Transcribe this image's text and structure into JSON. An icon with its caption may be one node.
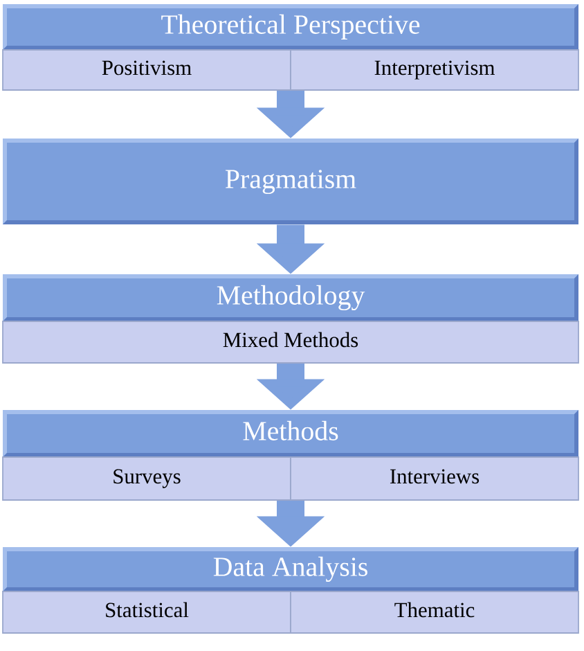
{
  "diagram": {
    "nodes": [
      {
        "text": [
          "Theoretical Perspective"
        ]
      },
      {
        "text": [
          "Positivism"
        ]
      },
      {
        "text": [
          "Interpretivism"
        ]
      },
      {
        "text": [
          "Pragmatism"
        ]
      },
      {
        "text": [
          "Methodology"
        ]
      },
      {
        "text": [
          "Mixed Methods"
        ]
      },
      {
        "text": [
          "Methods"
        ]
      },
      {
        "text": [
          "Surveys"
        ]
      },
      {
        "text": [
          "Interviews"
        ]
      },
      {
        "text": [
          "Data Analysis"
        ]
      },
      {
        "text": [
          "Statistical"
        ]
      },
      {
        "text": [
          "Thematic"
        ]
      }
    ],
    "edges": [
      {
        "from": 1,
        "to": 3,
        "arrow": "to"
      },
      {
        "from": 2,
        "to": 3,
        "arrow": "to"
      },
      {
        "from": 3,
        "to": 4,
        "arrow": "to"
      },
      {
        "from": 5,
        "to": 6,
        "arrow": "to"
      },
      {
        "from": 7,
        "to": 9,
        "arrow": "to"
      },
      {
        "from": 8,
        "to": 9,
        "arrow": "to"
      }
    ]
  }
}
